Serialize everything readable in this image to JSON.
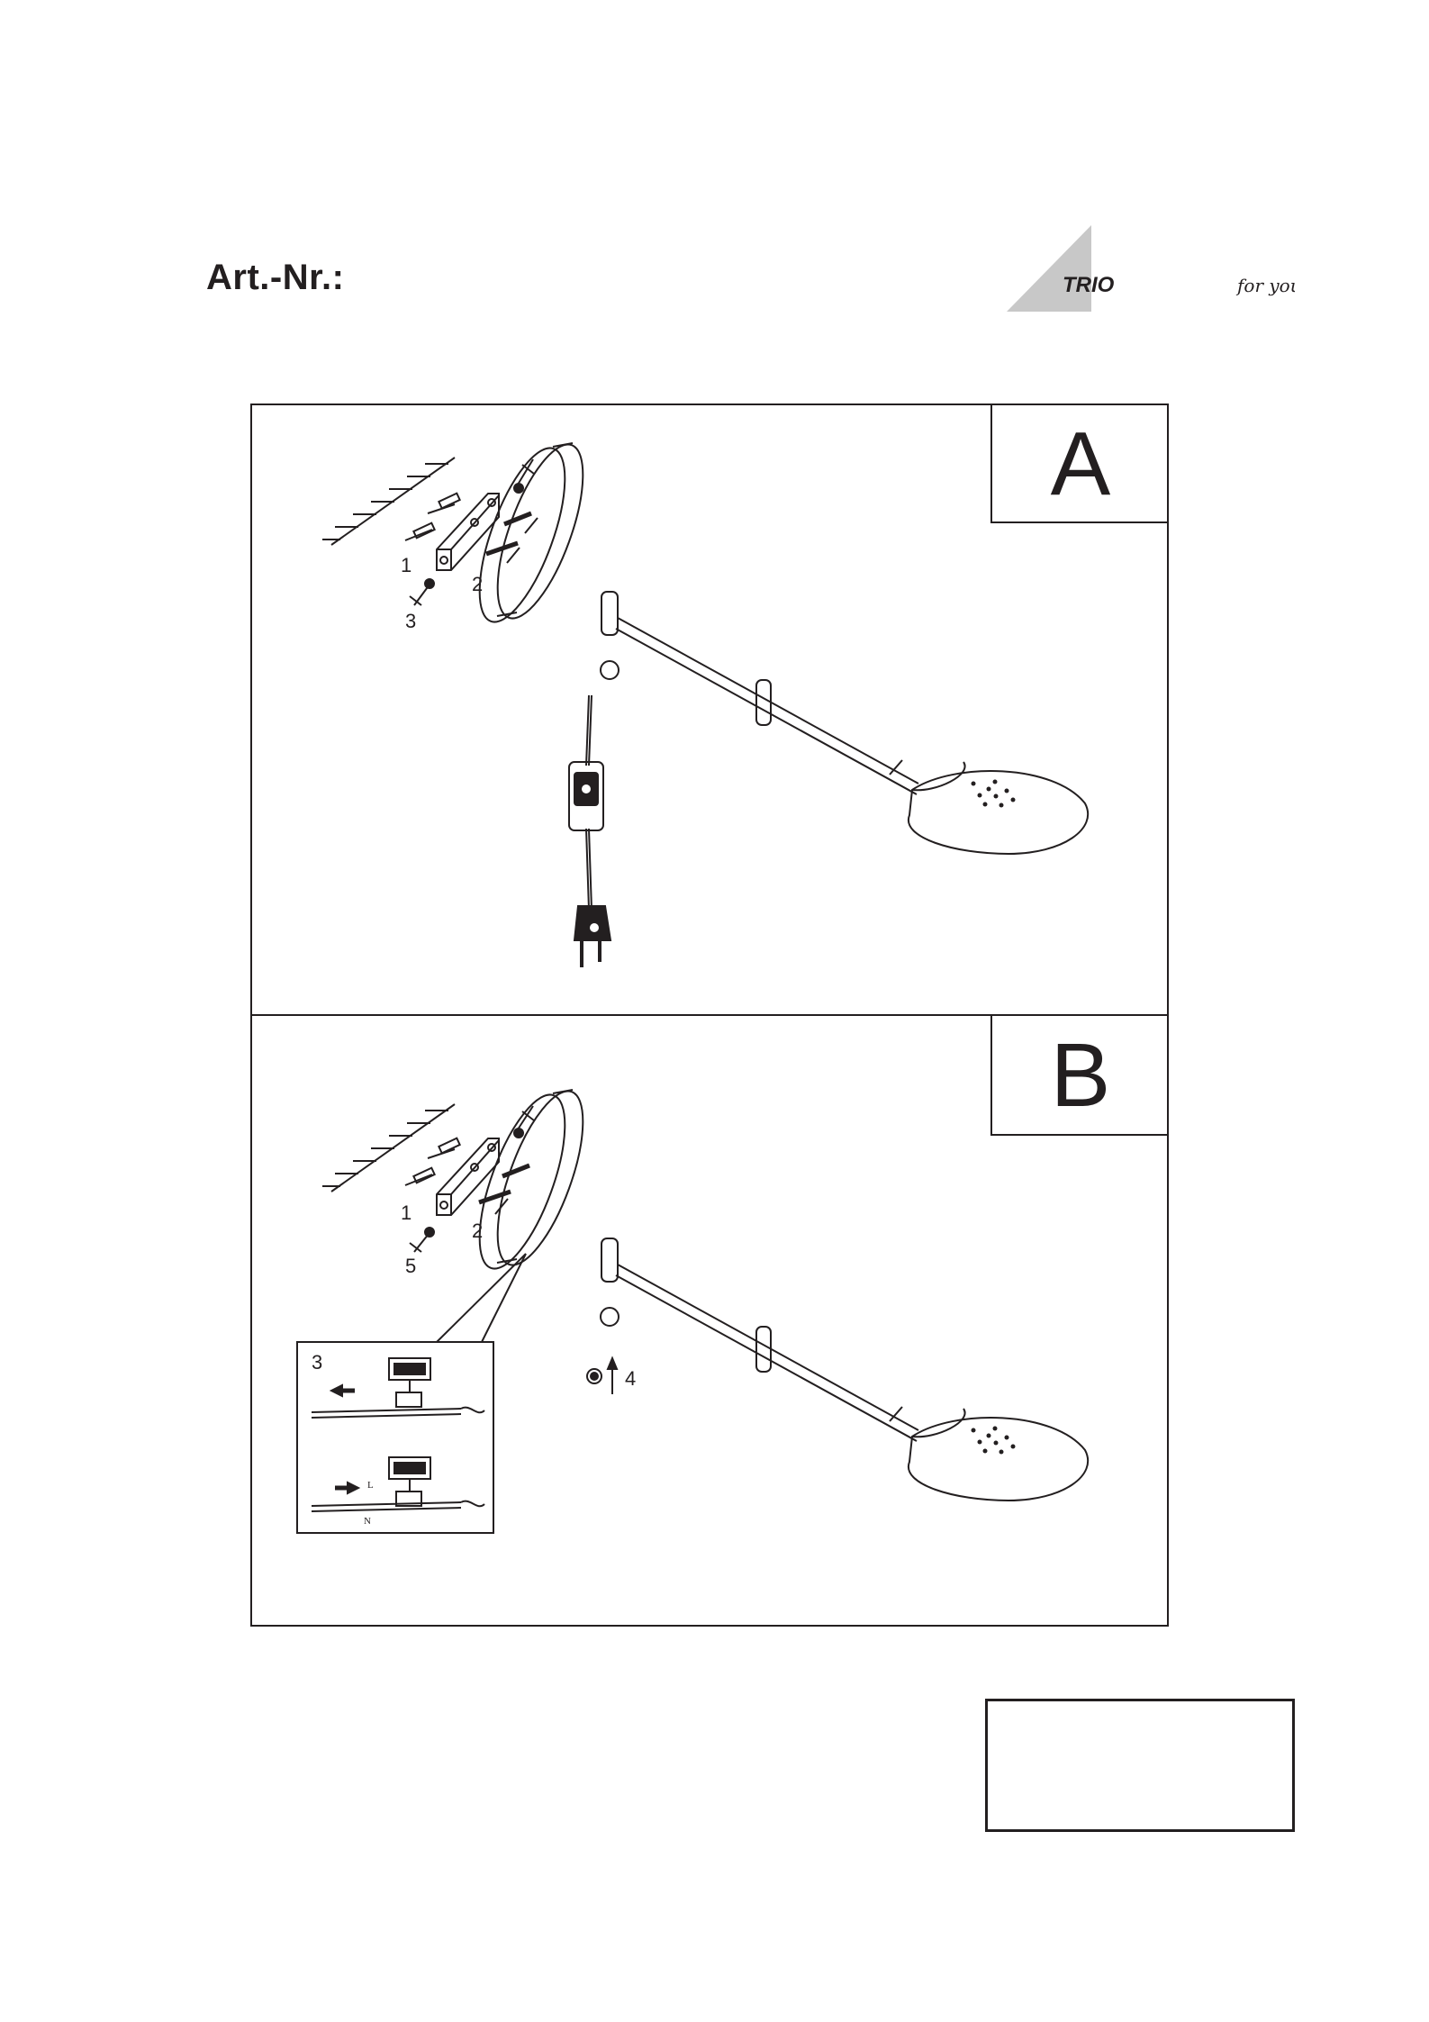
{
  "header": {
    "article_label": "Art.-Nr.:"
  },
  "brand": {
    "name": "TRIO",
    "tagline": "for you"
  },
  "panels": [
    {
      "label": "A",
      "steps": [
        "1",
        "2",
        "3"
      ]
    },
    {
      "label": "B",
      "steps": [
        "1",
        "2",
        "5",
        "4"
      ]
    }
  ],
  "inset": {
    "step": "3",
    "live": "L",
    "neutral": "N"
  },
  "colors": {
    "ink": "#231f20",
    "logo_gray": "#c8c8c8"
  }
}
